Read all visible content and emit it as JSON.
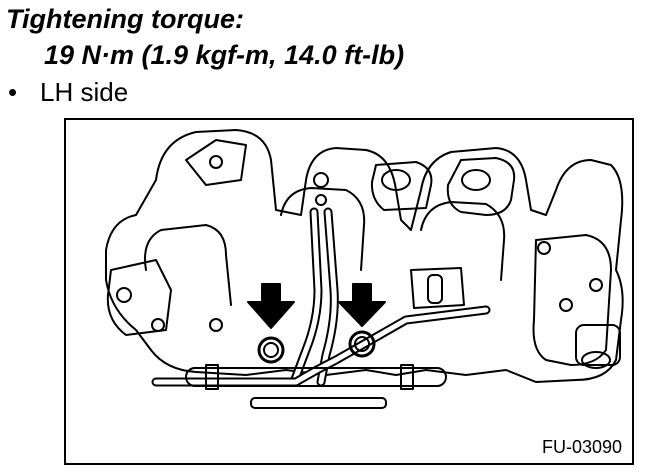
{
  "heading": "Tightening torque:",
  "torque_spec": "19 N·m (1.9 kgf-m, 14.0 ft-lb)",
  "bullet_symbol": "•",
  "side_label": "LH side",
  "figure": {
    "code": "FU-03090",
    "subject": "intake manifold with fuel pipes; arrows indicate bolt locations",
    "arrow_count": 2
  }
}
